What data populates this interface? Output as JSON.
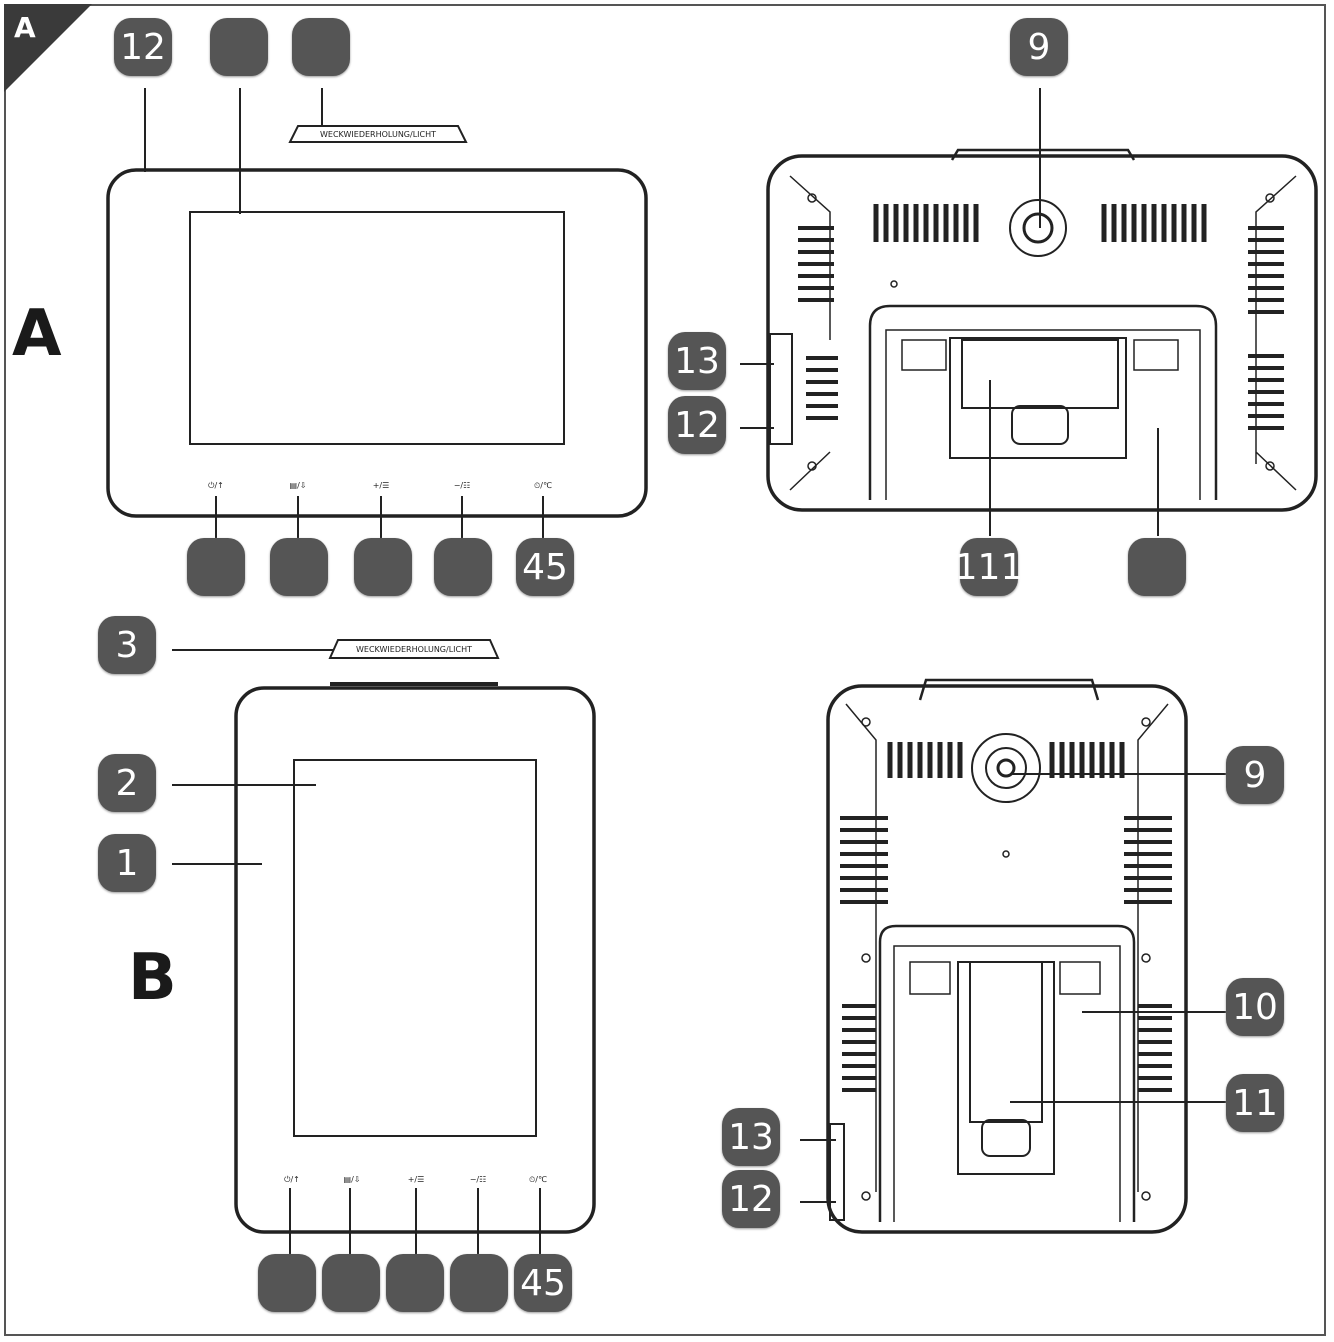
{
  "figure": {
    "corner_label": "A",
    "view_a_label": "A",
    "view_b_label": "B"
  },
  "key_labels": [
    "⏻/↑",
    "▤/⇩",
    "+/☰",
    "−/☷",
    "⏲/℃"
  ],
  "top_strip_text": "WECKWIEDERHOLUNG/LICHT",
  "callouts": {
    "a_front_top": [
      "12",
      "",
      ""
    ],
    "a_front_bottom": [
      "",
      "",
      "",
      "",
      "45"
    ],
    "a_back_top": "9",
    "a_back_side_13": "13",
    "a_back_side_12": "12",
    "a_back_bottom": [
      "111",
      ""
    ],
    "b_front_3": "3",
    "b_front_2": "2",
    "b_front_1": "1",
    "b_front_bottom": [
      "",
      "",
      "",
      "",
      "45"
    ],
    "b_back_9": "9",
    "b_back_10": "10",
    "b_back_11": "11",
    "b_back_13": "13",
    "b_back_12": "12"
  }
}
